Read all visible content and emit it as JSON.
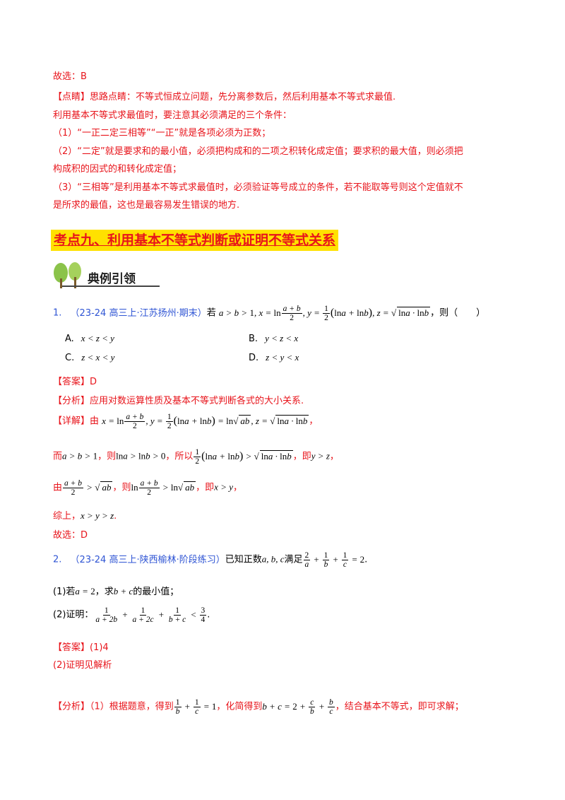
{
  "top": {
    "l1": "故选：B",
    "l2": "【点睛】思路点睛：不等式恒成立问题，先分离参数后，然后利用基本不等式求最值.",
    "l3": "利用基本不等式求最值时，要注意其必须满足的三个条件：",
    "l4": "（1）“一正二定三相等”“一正”就是各项必须为正数；",
    "l5": "（2）“二定”就是要求和的最小值，必须把构成和的二项之积转化成定值；要求积的最大值，则必须把",
    "l6": "构成积的因式的和转化成定值；",
    "l7": "（3）“三相等”是利用基本不等式求最值时，必须验证等号成立的条件，若不能取等号则这个定值就不",
    "l8": "是所求的最值，这也是最容易发生错误的地方."
  },
  "section": {
    "heading": "考点九、利用基本不等式判断或证明不等式关系",
    "banner": "典例引领"
  },
  "q1": {
    "num": "1.",
    "source": "（23-24 高三上·江苏扬州·期末）",
    "prefix": "若",
    "suffix": "，则（　　）",
    "optA": "A.",
    "optB": "B.",
    "optC": "C.",
    "optD": "D.",
    "answer": "【答案】D",
    "analysis": "【分析】应用对数运算性质及基本不等式判断各式的大小关系.",
    "detail_label": "【详解】",
    "you": "由",
    "er": "而",
    "ze": "，则",
    "suoyi": "，所以",
    "ji": "，即",
    "you2": "由",
    "ze2": "，则",
    "ji2": "，即",
    "zongshang": "综上，",
    "conclusion": "故选：D"
  },
  "q2": {
    "num": "2.",
    "source": "（23-24 高三上·陕西榆林·阶段练习）",
    "prefix": "已知正数",
    "satisfy": "满足",
    "part1_a": "(1)若",
    "part1_b": "，求",
    "part1_c": "的最小值；",
    "part2": "(2)证明：",
    "answer1": "【答案】(1)4",
    "answer2": "(2)证明见解析",
    "analysis_label": "【分析】",
    "analysis_a": "（1）根据题意，得到",
    "analysis_b": "，化简得到",
    "analysis_c": "，结合基本不等式，即可求解；"
  }
}
